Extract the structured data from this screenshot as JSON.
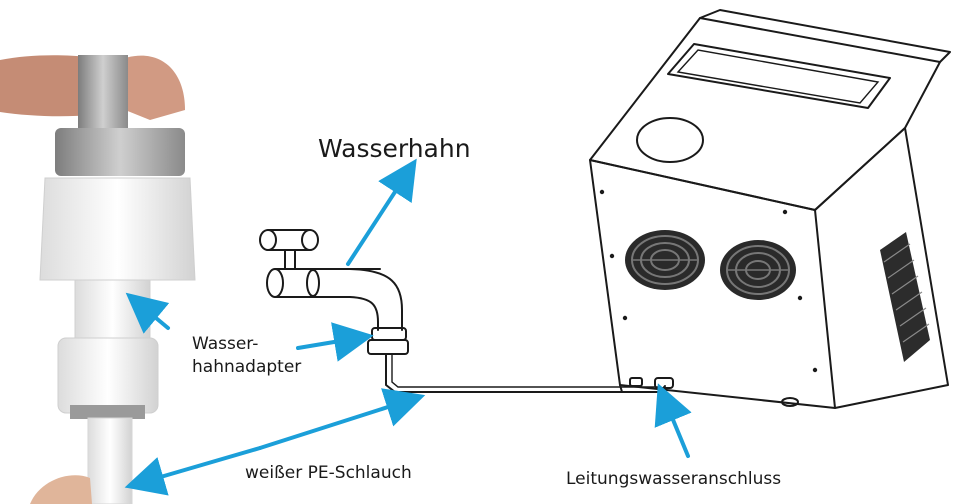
{
  "labels": {
    "faucet": "Wasserhahn",
    "adapter_line1": "Wasser-",
    "adapter_line2": "hahnadapter",
    "hose": "weißer PE-Schlauch",
    "inlet": "Leitungswasseranschluss"
  },
  "colors": {
    "arrow": "#1b9fd9",
    "outline": "#1a1a1a",
    "fitting_white": "#f2f2f2",
    "skin": "#c98f78",
    "metal": "#a9a9a9"
  },
  "icons": {
    "faucet": "faucet-line-drawing",
    "machine": "ice-maker-line-drawing",
    "fitting": "hose-adapter-photo",
    "fan": "fan-grille-icon"
  }
}
